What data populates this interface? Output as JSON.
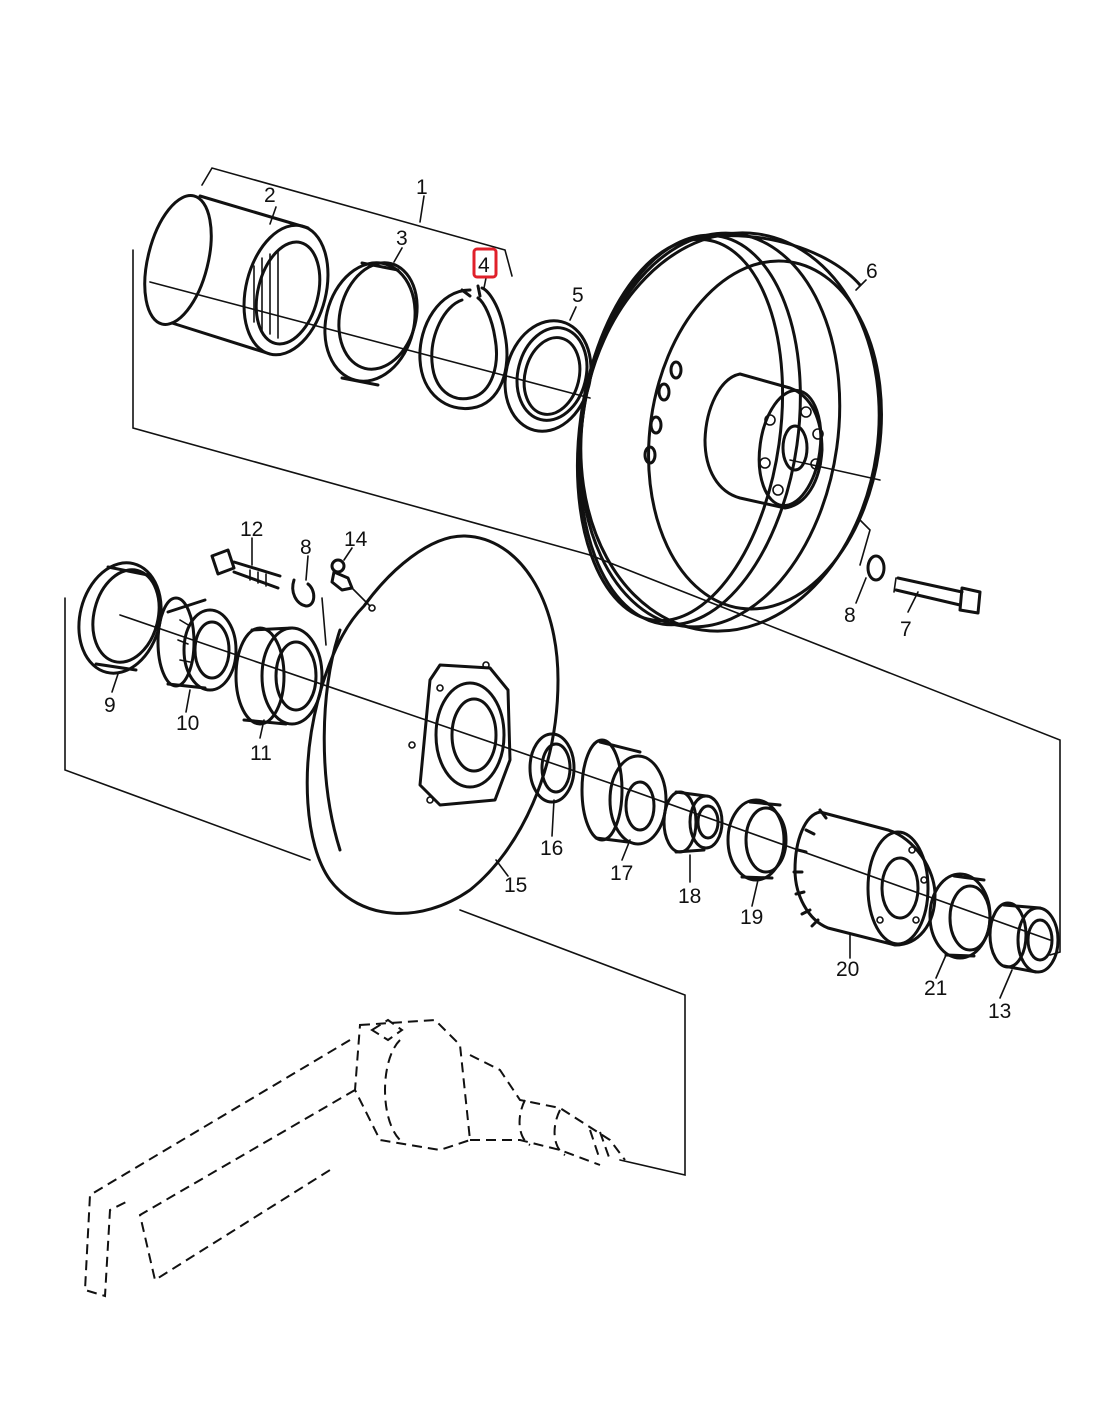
{
  "callouts": {
    "c1": "1",
    "c2": "2",
    "c3": "3",
    "c4": "4",
    "c5": "5",
    "c6": "6",
    "c7": "7",
    "c8a": "8",
    "c8b": "8",
    "c9": "9",
    "c10": "10",
    "c11": "11",
    "c12": "12",
    "c13": "13",
    "c14": "14",
    "c15": "15",
    "c16": "16",
    "c17": "17",
    "c18": "18",
    "c19": "19",
    "c20": "20",
    "c21": "21"
  },
  "highlight": {
    "label": "4",
    "color": "#e0202a"
  },
  "colors": {
    "line": "#111111",
    "background": "#ffffff",
    "highlight": "#e0202a"
  }
}
